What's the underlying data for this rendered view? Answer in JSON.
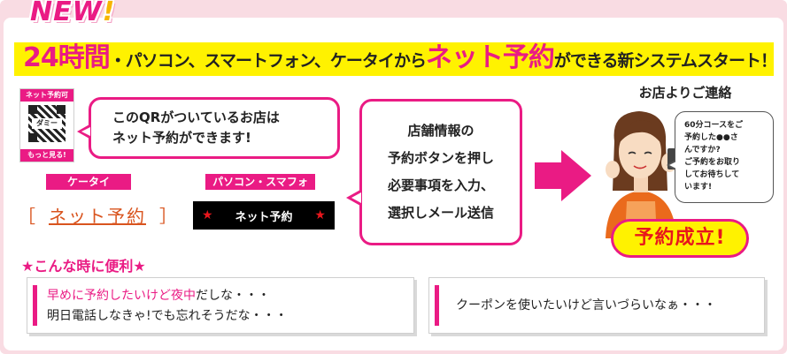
{
  "badge": {
    "new": "NEW",
    "bang": "!"
  },
  "headline": {
    "part1": "24時間",
    "part2": "・パソコン、スマートフォン、ケータイから",
    "part3": "ネット予約",
    "part4": "ができる新システムスタート！"
  },
  "qr": {
    "top_label": "ネット予約可",
    "dummy": "ダミー",
    "bottom_label": "もっと見る!"
  },
  "bubble1": {
    "line1": "このQRがついているお店は",
    "line2": "ネット予約ができます!"
  },
  "labels": {
    "keitai": "ケータイ",
    "pc": "パソコン・スマフォ"
  },
  "keitai_button": {
    "open": "［",
    "label": "ネット予約",
    "close": "］"
  },
  "pc_button": {
    "star_left": "★",
    "label": "ネット予約",
    "star_right": "★"
  },
  "bubble2": {
    "line1": "店舗情報の",
    "line2": "予約ボタンを押し",
    "line3": "必要事項を入力、",
    "line4": "選択しメール送信"
  },
  "contact": {
    "title": "お店よりご連絡",
    "line1": "60分コースをご",
    "line2": "予約した●●さ",
    "line3": "んですか?",
    "line4": "ご予約をお取り",
    "line5": "してお待ちして",
    "line6": "います!"
  },
  "success": "予約成立!",
  "convenient": {
    "title": "★こんな時に便利★",
    "case1_hl": "早めに予約したいけど夜中",
    "case1_rest": "だしな・・・",
    "case1_line2": "明日電話しなきゃ!でも忘れそうだな・・・",
    "case2": "クーポンを使いたいけど言いづらいなぁ・・・"
  },
  "colors": {
    "pink": "#ea1b84",
    "yellow": "#fff200",
    "red": "#e8161c",
    "background": "#f9dce3"
  }
}
